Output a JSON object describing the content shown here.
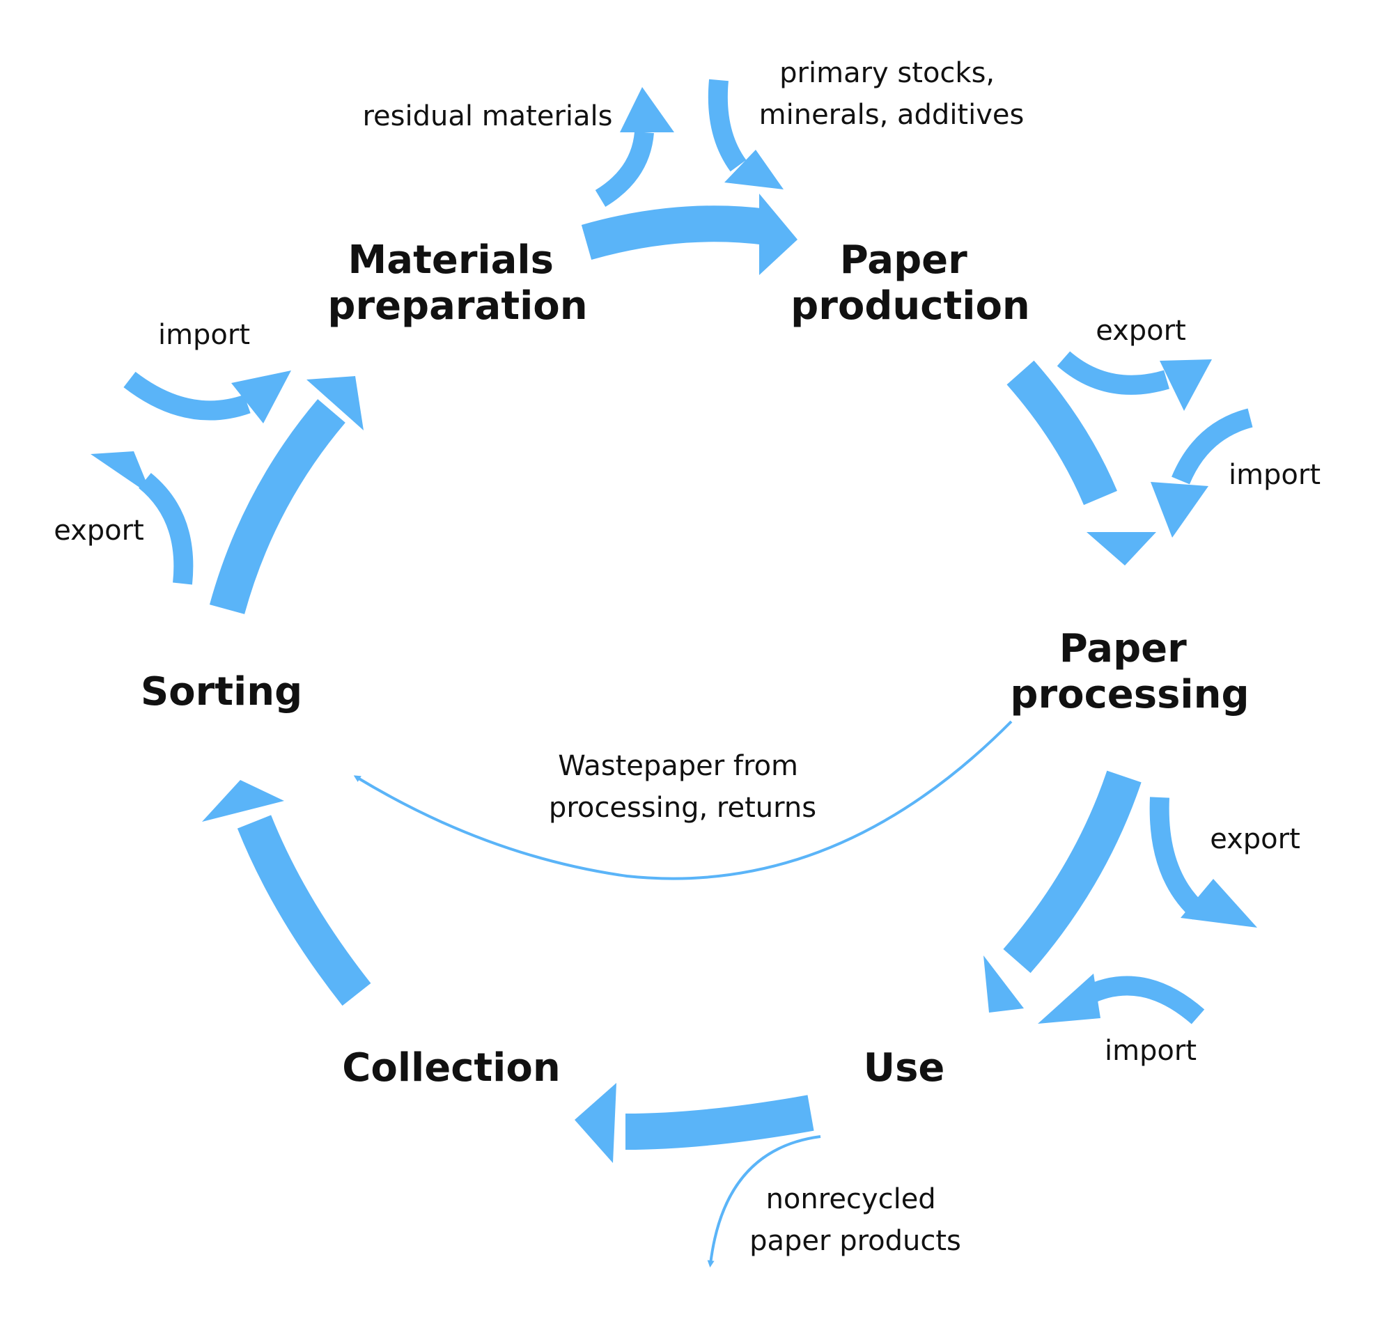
{
  "colors": {
    "arrow": "#5ab4f8",
    "text": "#111111",
    "background": "#ffffff"
  },
  "nodes": {
    "materials_preparation": [
      "Materials",
      "preparation"
    ],
    "paper_production": [
      "Paper",
      "production"
    ],
    "paper_processing": [
      "Paper",
      "processing"
    ],
    "use": [
      "Use"
    ],
    "collection": [
      "Collection"
    ],
    "sorting": [
      "Sorting"
    ]
  },
  "flows": {
    "residual_materials": [
      "residual materials"
    ],
    "primary_stocks": [
      "primary stocks,",
      "minerals, additives"
    ],
    "production_export": [
      "export"
    ],
    "production_import": [
      "import"
    ],
    "processing_export": [
      "export"
    ],
    "processing_import": [
      "import"
    ],
    "wastepaper": [
      "Wastepaper from",
      "processing, returns"
    ],
    "nonrecycled": [
      "nonrecycled",
      "paper products"
    ],
    "sorting_import": [
      "import"
    ],
    "sorting_export": [
      "export"
    ]
  }
}
